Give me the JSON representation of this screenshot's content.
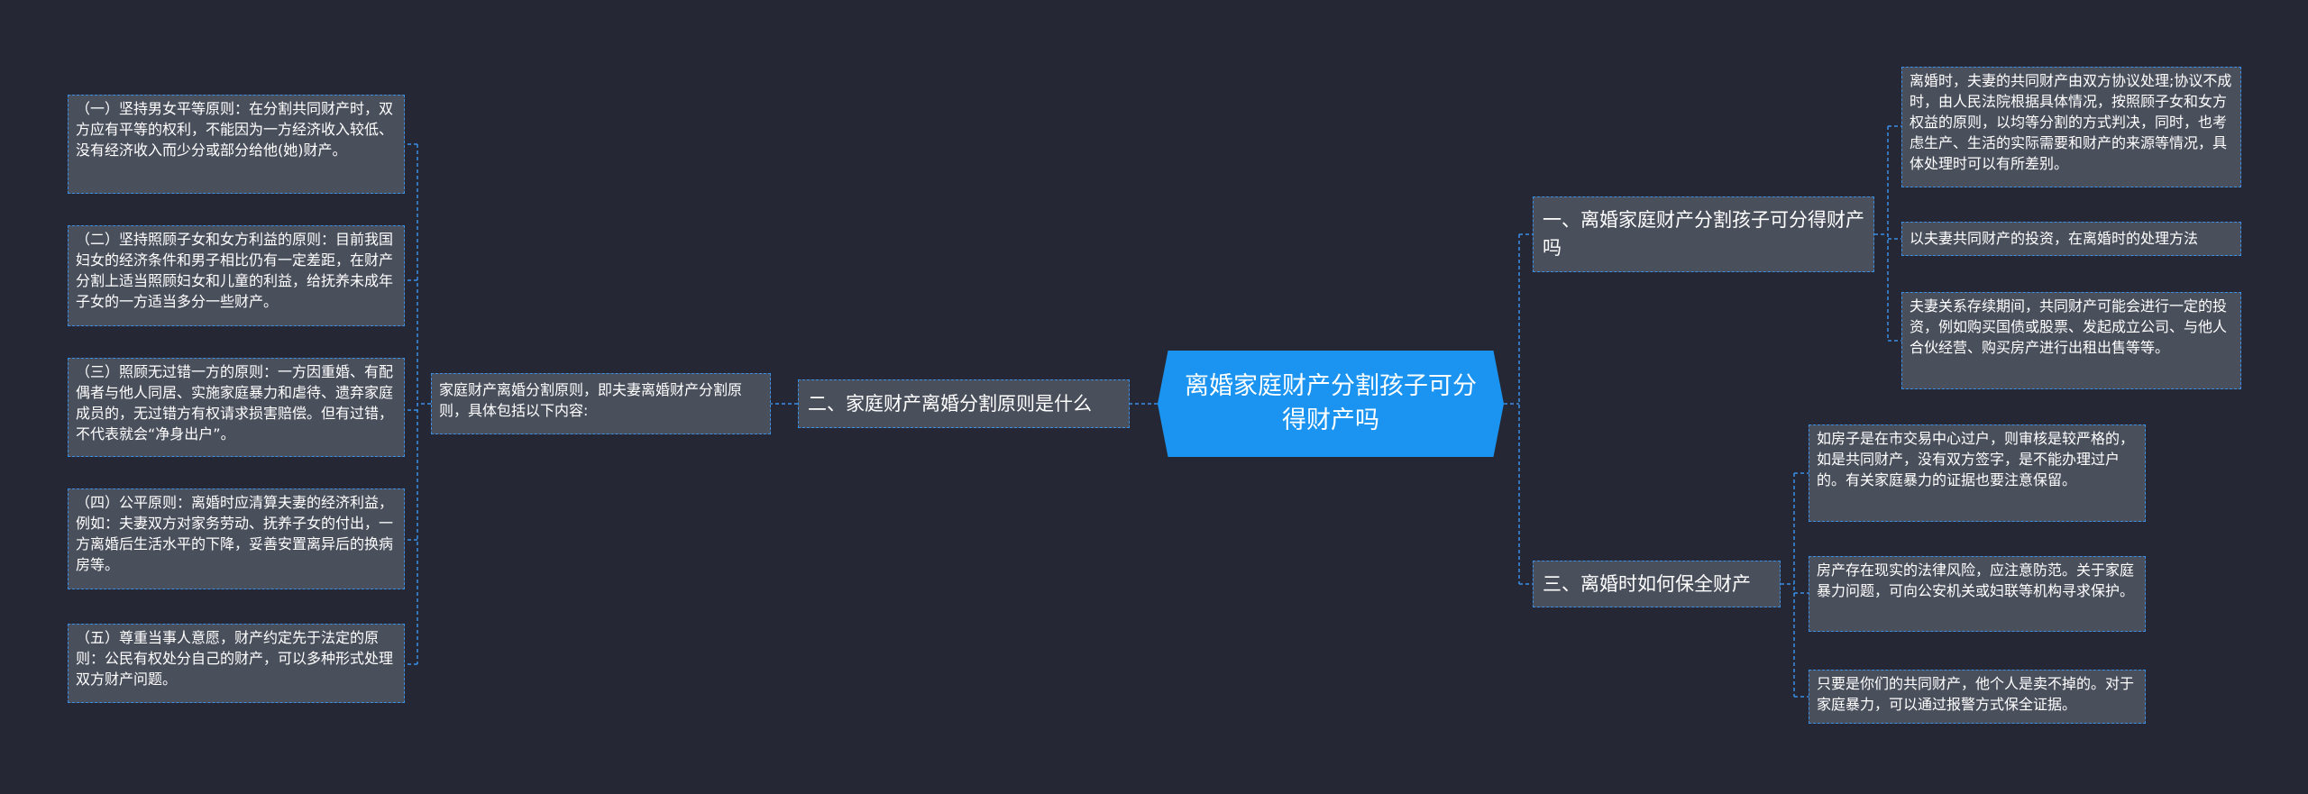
{
  "root": {
    "title": "离婚家庭财产分割孩子可分得财产吗"
  },
  "branches": {
    "b1": {
      "label": "一、离婚家庭财产分割孩子可分得财产吗",
      "leaves": [
        "离婚时，夫妻的共同财产由双方协议处理;协议不成时，由人民法院根据具体情况，按照顾子女和女方权益的原则，以均等分割的方式判决，同时，也考虑生产、生活的实际需要和财产的来源等情况，具体处理时可以有所差别。",
        "以夫妻共同财产的投资，在离婚时的处理方法",
        "夫妻关系存续期间，共同财产可能会进行一定的投资，例如购买国债或股票、发起成立公司、与他人合伙经营、购买房产进行出租出售等等。"
      ]
    },
    "b2": {
      "label": "二、家庭财产离婚分割原则是什么",
      "sub": "家庭财产离婚分割原则，即夫妻离婚财产分割原则，具体包括以下内容:",
      "leaves": [
        "（一）坚持男女平等原则：在分割共同财产时，双方应有平等的权利，不能因为一方经济收入较低、没有经济收入而少分或部分给他(她)财产。",
        "（二）坚持照顾子女和女方利益的原则：目前我国妇女的经济条件和男子相比仍有一定差距，在财产分割上适当照顾妇女和儿童的利益，给抚养未成年子女的一方适当多分一些财产。",
        "（三）照顾无过错一方的原则：一方因重婚、有配偶者与他人同居、实施家庭暴力和虐待、遗弃家庭成员的，无过错方有权请求损害赔偿。但有过错，不代表就会“净身出户”。",
        "（四）公平原则：离婚时应清算夫妻的经济利益，例如：夫妻双方对家务劳动、抚养子女的付出，一方离婚后生活水平的下降，妥善安置离异后的换病房等。",
        "（五）尊重当事人意愿，财产约定先于法定的原则：公民有权处分自己的财产，可以多种形式处理双方财产问题。"
      ]
    },
    "b3": {
      "label": "三、离婚时如何保全财产",
      "leaves": [
        "如房子是在市交易中心过户，则审核是较严格的，如是共同财产，没有双方签字，是不能办理过户的。有关家庭暴力的证据也要注意保留。",
        "房产存在现实的法律风险，应注意防范。关于家庭暴力问题，可向公安机关或妇联等机构寻求保护。",
        "只要是你们的共同财产，他个人是卖不掉的。对于家庭暴力，可以通过报警方式保全证据。"
      ]
    }
  },
  "colors": {
    "background": "#252834",
    "root_fill": "#1a94f0",
    "node_fill": "#4a4f5c",
    "connector": "#3a8ee6"
  }
}
